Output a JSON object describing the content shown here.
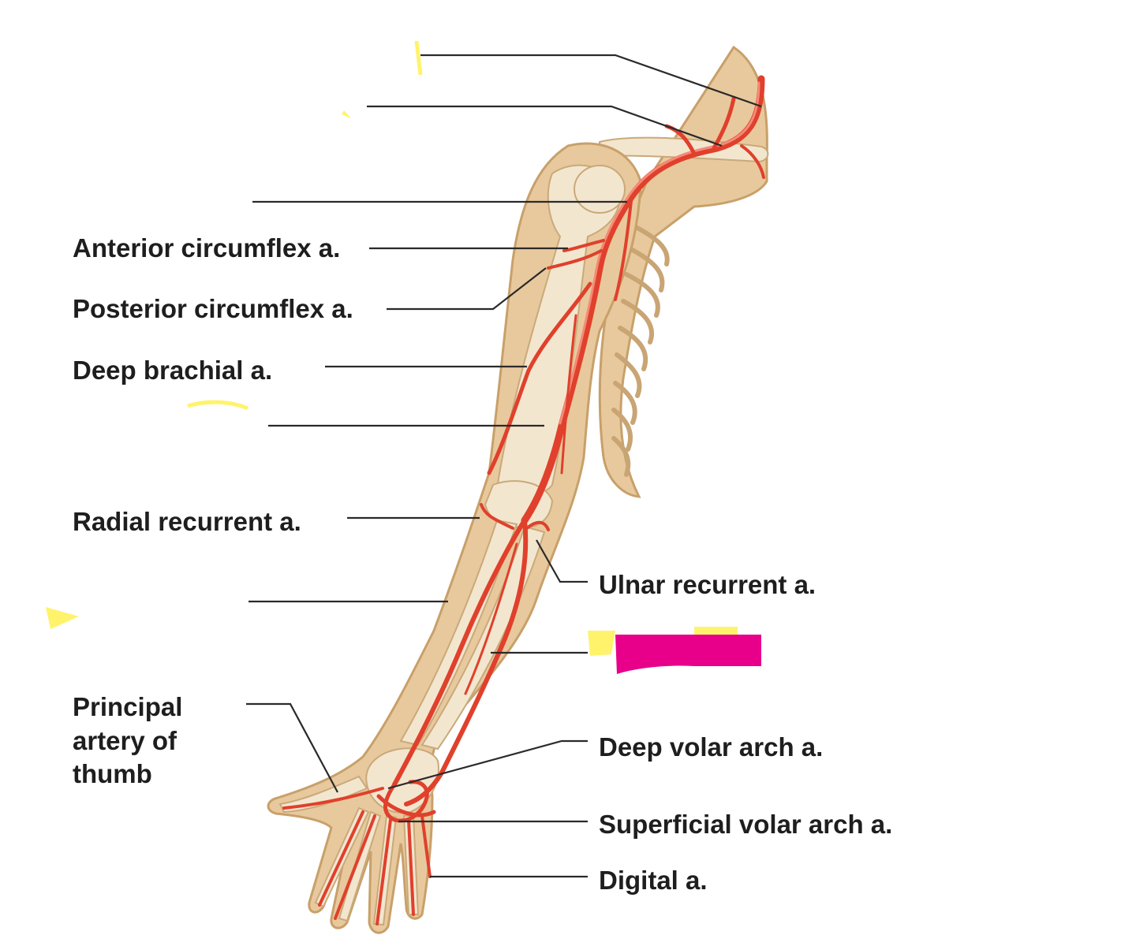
{
  "labels": {
    "anterior_circumflex": "Anterior circumflex a.",
    "posterior_circumflex": "Posterior circumflex a.",
    "deep_brachial": "Deep brachial a.",
    "radial_recurrent": "Radial recurrent a.",
    "principal_artery_thumb": [
      "Principal",
      "artery of",
      "thumb"
    ],
    "ulnar_recurrent": "Ulnar recurrent a.",
    "deep_volar_arch": "Deep volar arch a.",
    "superficial_volar_arch": "Superficial volar arch a.",
    "digital": "Digital a."
  },
  "colors": {
    "artery": "#e0402c",
    "skin": "#e8c99d",
    "bone": "#f3e6cf",
    "highlight_bar": "#e8008a",
    "marker": "#fff36b"
  }
}
